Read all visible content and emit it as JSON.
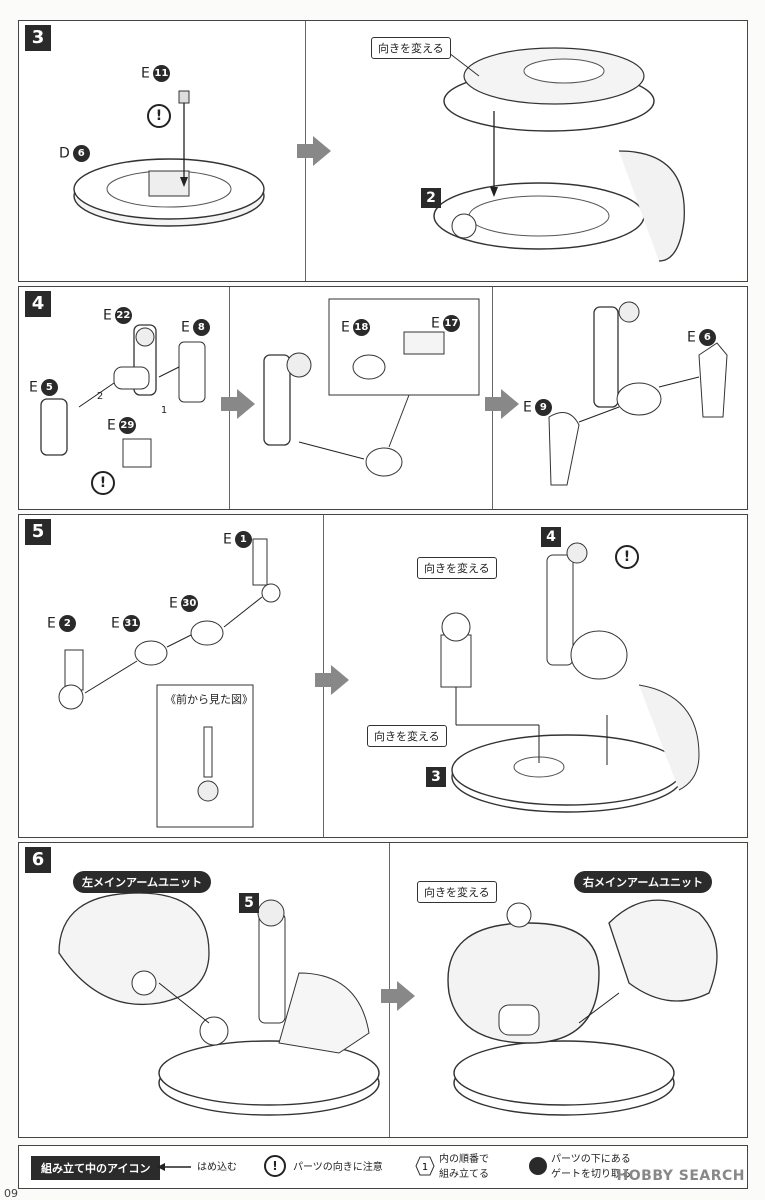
{
  "page_number": "09",
  "watermark": "HOBBY SEARCH",
  "callout_change_direction": "向きを変える",
  "steps": [
    {
      "number": "3",
      "parts": [
        {
          "prefix": "E",
          "num": "11"
        },
        {
          "prefix": "D",
          "num": "6"
        }
      ],
      "ref_unit": "2"
    },
    {
      "number": "4",
      "parts": [
        {
          "prefix": "E",
          "num": "22"
        },
        {
          "prefix": "E",
          "num": "8"
        },
        {
          "prefix": "E",
          "num": "5"
        },
        {
          "prefix": "E",
          "num": "29"
        },
        {
          "prefix": "E",
          "num": "18"
        },
        {
          "prefix": "E",
          "num": "17"
        },
        {
          "prefix": "E",
          "num": "6"
        },
        {
          "prefix": "E",
          "num": "9"
        }
      ],
      "order_marks": [
        "2",
        "1"
      ]
    },
    {
      "number": "5",
      "parts": [
        {
          "prefix": "E",
          "num": "1"
        },
        {
          "prefix": "E",
          "num": "30"
        },
        {
          "prefix": "E",
          "num": "31"
        },
        {
          "prefix": "E",
          "num": "2"
        }
      ],
      "front_view_label": "《前から見た図》",
      "ref_units": [
        "4",
        "3"
      ]
    },
    {
      "number": "6",
      "left_unit_label": "左メインアームユニット",
      "right_unit_label": "右メインアームユニット",
      "ref_unit": "5"
    }
  ],
  "legend": {
    "title": "組み立て中のアイコン",
    "insert": "はめ込む",
    "caution": "パーツの向きに注意",
    "order_line1": "内の順番で",
    "order_line2": "組み立てる",
    "gate_line1": "パーツの下にある",
    "gate_line2": "ゲートを切り取る"
  },
  "icons": {
    "caution": "!",
    "warning-icon": "exclamation-circle",
    "arrow": "right-arrow"
  }
}
